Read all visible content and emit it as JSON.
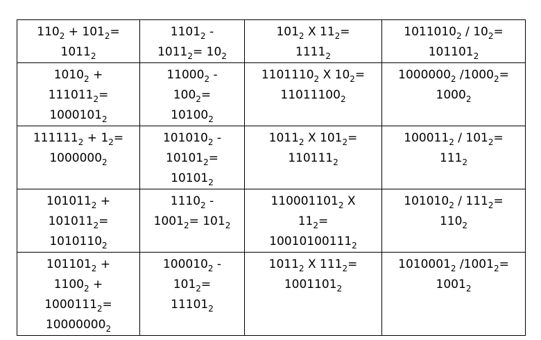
{
  "cells": [
    [
      [
        [
          [
            "110",
            "2"
          ],
          [
            " + "
          ],
          [
            "101",
            "2"
          ],
          [
            "="
          ]
        ],
        [
          [
            "1011",
            "2"
          ]
        ]
      ],
      [
        [
          [
            "1101",
            "2"
          ],
          [
            " -"
          ]
        ],
        [
          [
            "1011",
            "2"
          ],
          [
            "= "
          ],
          [
            "10",
            "2"
          ]
        ]
      ],
      [
        [
          [
            "101",
            "2"
          ],
          [
            " X "
          ],
          [
            "11",
            "2"
          ],
          [
            "="
          ]
        ],
        [
          [
            "1111",
            "2"
          ]
        ]
      ],
      [
        [
          [
            "1011010",
            "2"
          ],
          [
            " / "
          ],
          [
            "10",
            "2"
          ],
          [
            "="
          ]
        ],
        [
          [
            "101101",
            "2"
          ]
        ]
      ]
    ],
    [
      [
        [
          [
            "1010",
            "2"
          ],
          [
            " +"
          ]
        ],
        [
          [
            "111011",
            "2"
          ],
          [
            "="
          ]
        ],
        [
          [
            "1000101",
            "2"
          ]
        ]
      ],
      [
        [
          [
            "11000",
            "2"
          ],
          [
            " -"
          ]
        ],
        [
          [
            "100",
            "2"
          ],
          [
            "="
          ]
        ],
        [
          [
            "10100",
            "2"
          ]
        ]
      ],
      [
        [
          [
            "1101110",
            "2"
          ],
          [
            " X "
          ],
          [
            "10",
            "2"
          ],
          [
            "="
          ]
        ],
        [
          [
            "11011100",
            "2"
          ]
        ]
      ],
      [
        [
          [
            "1000000",
            "2"
          ],
          [
            " /"
          ],
          [
            "1000",
            "2"
          ],
          [
            "="
          ]
        ],
        [
          [
            "1000",
            "2"
          ]
        ]
      ]
    ],
    [
      [
        [
          [
            "111111",
            "2"
          ],
          [
            " + "
          ],
          [
            "1",
            "2"
          ],
          [
            "="
          ]
        ],
        [
          [
            "1000000",
            "2"
          ]
        ]
      ],
      [
        [
          [
            "101010",
            "2"
          ],
          [
            " -"
          ]
        ],
        [
          [
            "10101",
            "2"
          ],
          [
            "="
          ]
        ],
        [
          [
            "10101",
            "2"
          ]
        ]
      ],
      [
        [
          [
            "1011",
            "2"
          ],
          [
            " X "
          ],
          [
            "101",
            "2"
          ],
          [
            "="
          ]
        ],
        [
          [
            "110111",
            "2"
          ]
        ]
      ],
      [
        [
          [
            "100011",
            "2"
          ],
          [
            " / "
          ],
          [
            "101",
            "2"
          ],
          [
            "="
          ]
        ],
        [
          [
            "111",
            "2"
          ]
        ]
      ]
    ],
    [
      [
        [
          [
            "101011",
            "2"
          ],
          [
            " +"
          ]
        ],
        [
          [
            "101011",
            "2"
          ],
          [
            "="
          ]
        ],
        [
          [
            "1010110",
            "2"
          ]
        ]
      ],
      [
        [
          [
            "1110",
            "2"
          ],
          [
            " -"
          ]
        ],
        [
          [
            "1001",
            "2"
          ],
          [
            "= "
          ],
          [
            "101",
            "2"
          ]
        ]
      ],
      [
        [
          [
            "110001101",
            "2"
          ],
          [
            " X"
          ]
        ],
        [
          [
            "11",
            "2"
          ],
          [
            "="
          ]
        ],
        [
          [
            "10010100111",
            "2"
          ]
        ]
      ],
      [
        [
          [
            "101010",
            "2"
          ],
          [
            " / "
          ],
          [
            "111",
            "2"
          ],
          [
            "="
          ]
        ],
        [
          [
            "110",
            "2"
          ]
        ]
      ]
    ],
    [
      [
        [
          [
            "101101",
            "2"
          ],
          [
            " +"
          ]
        ],
        [
          [
            "1100",
            "2"
          ],
          [
            " +"
          ]
        ],
        [
          [
            "1000111",
            "2"
          ],
          [
            "="
          ]
        ],
        [
          [
            "10000000",
            "2"
          ]
        ]
      ],
      [
        [
          [
            "100010",
            "2"
          ],
          [
            " -"
          ]
        ],
        [
          [
            "101",
            "2"
          ],
          [
            "="
          ]
        ],
        [
          [
            "11101",
            "2"
          ]
        ]
      ],
      [
        [
          [
            "1011",
            "2"
          ],
          [
            " X "
          ],
          [
            "111",
            "2"
          ],
          [
            "="
          ]
        ],
        [
          [
            "1001101",
            "2"
          ]
        ]
      ],
      [
        [
          [
            "1010001",
            "2"
          ],
          [
            " /"
          ],
          [
            "1001",
            "2"
          ],
          [
            "="
          ]
        ],
        [
          [
            "1001",
            "2"
          ]
        ]
      ]
    ]
  ]
}
